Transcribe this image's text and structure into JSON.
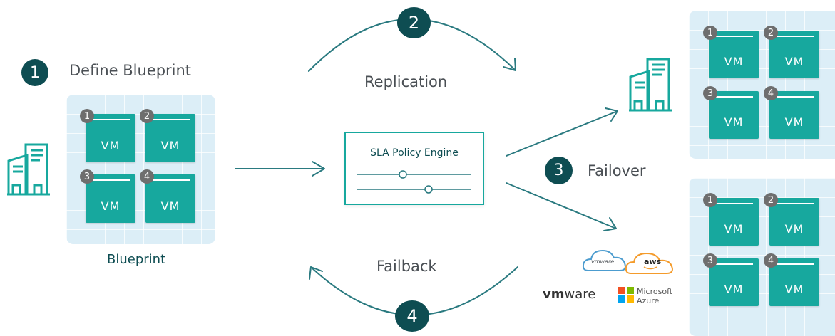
{
  "steps": [
    {
      "number": "1",
      "label": "Define Blueprint"
    },
    {
      "number": "2",
      "label": "Replication"
    },
    {
      "number": "3",
      "label": "Failover"
    },
    {
      "number": "4",
      "label": "Failback"
    }
  ],
  "blueprint_caption": "Blueprint",
  "sla_engine_title": "SLA Policy Engine",
  "vm_label": "VM",
  "vm_numbers": [
    "1",
    "2",
    "3",
    "4"
  ],
  "logos": {
    "vmware_cloud": "vmware",
    "aws": "aws",
    "vmware_wordmark_bold": "vm",
    "vmware_wordmark": "ware",
    "microsoft": "Microsoft",
    "azure": "Azure"
  },
  "colors": {
    "teal": "#17a89e",
    "dark_teal": "#0e4d52",
    "panel": "#dceef7",
    "number_badge": "#6e6e6e",
    "arrow": "#2a7a80",
    "aws_orange": "#f49b2b",
    "vmware_blue": "#4c9ccf"
  },
  "icons": [
    "building-icon",
    "cloud-icon",
    "azure-logo-icon"
  ]
}
